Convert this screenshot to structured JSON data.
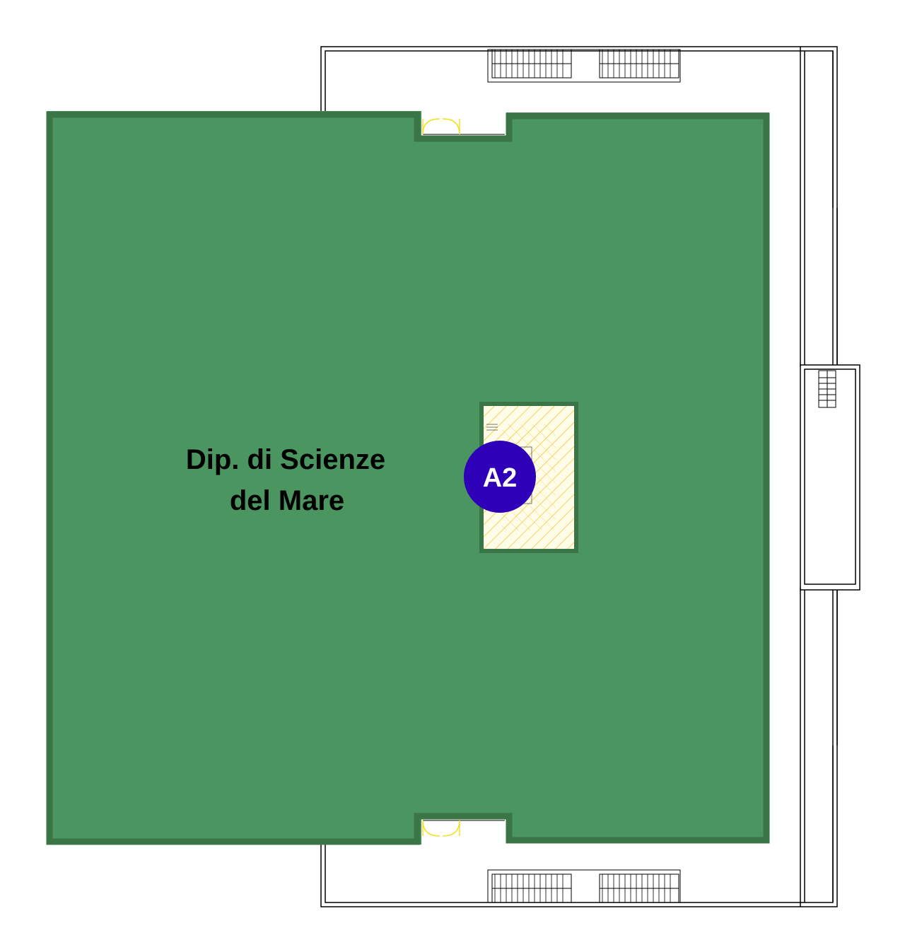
{
  "map": {
    "room": {
      "label_line1": "Dip. di Scienze",
      "label_line2": "del Mare",
      "fill_color": "#4a9560",
      "wall_color": "#3a7546"
    },
    "marker": {
      "label": "A2",
      "color": "#2e00b8",
      "text_color": "#ffffff"
    },
    "stairwell": {
      "hatch_color": "#f2c230",
      "fill_color": "#fffde8"
    },
    "outline_color": "#000000",
    "door_color": "#f2e020"
  }
}
